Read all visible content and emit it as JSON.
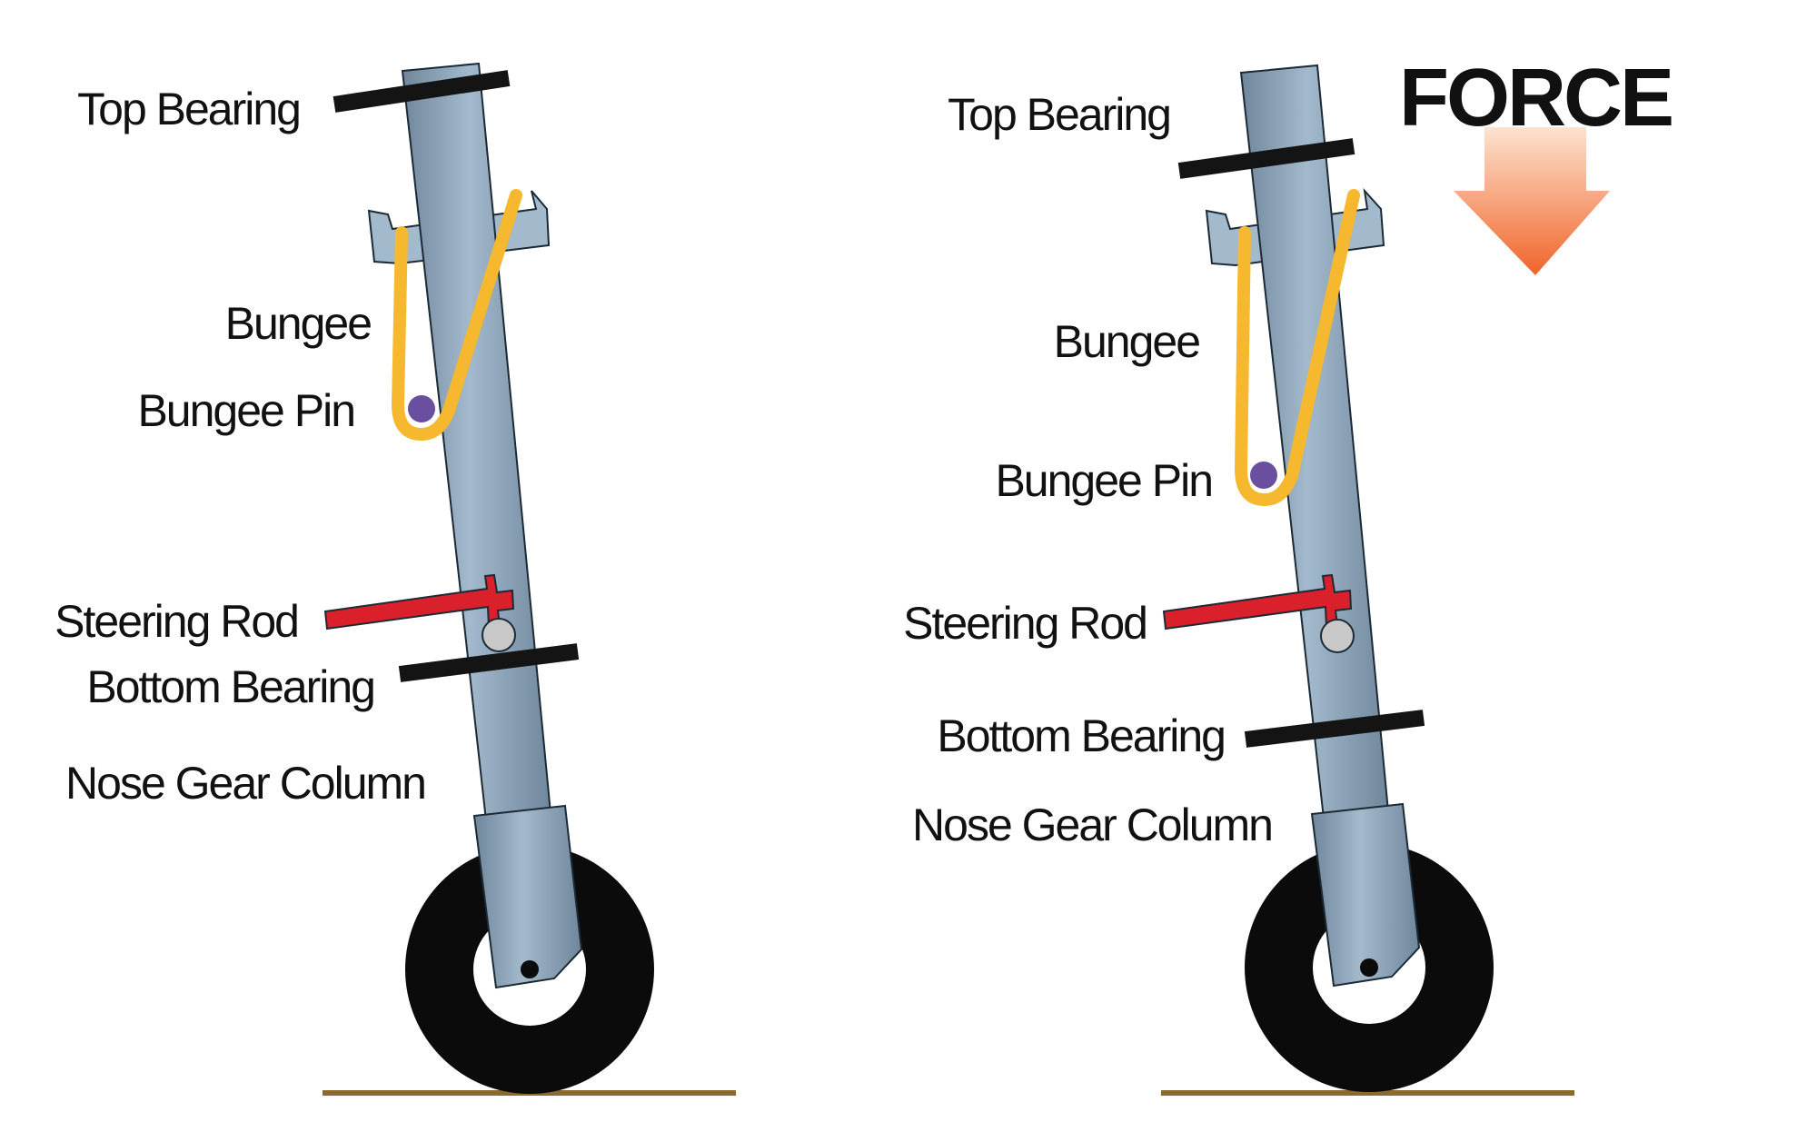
{
  "colors": {
    "column_light": "#a3b9cc",
    "column_dark": "#6f879c",
    "column_stroke": "#1c2a36",
    "bungee": "#f5b82e",
    "pin": "#6a4fa0",
    "steering_rod": "#d9202b",
    "bearing": "#141414",
    "tire": "#0b0b0b",
    "ground": "#8b6a2e",
    "arrow_top": "#fde3cf",
    "arrow_bottom": "#f0642a",
    "pivot": "#c8c8c8"
  },
  "left_panel": {
    "labels": {
      "top_bearing": "Top Bearing",
      "bungee": "Bungee",
      "bungee_pin": "Bungee Pin",
      "steering_rod": "Steering Rod",
      "bottom_bearing": "Bottom Bearing",
      "nose_gear_column": "Nose Gear Column"
    }
  },
  "right_panel": {
    "force_label": "FORCE",
    "labels": {
      "top_bearing": "Top Bearing",
      "bungee": "Bungee",
      "bungee_pin": "Bungee Pin",
      "steering_rod": "Steering Rod",
      "bottom_bearing": "Bottom Bearing",
      "nose_gear_column": "Nose Gear Column"
    }
  }
}
